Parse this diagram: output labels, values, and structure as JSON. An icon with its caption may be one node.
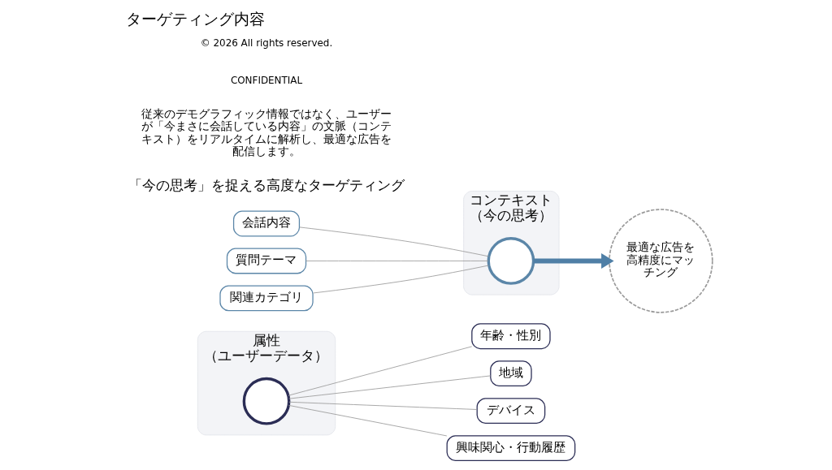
{
  "diagram": {
    "title": "ターゲティング内容",
    "nodes": [
      {
        "text": [
          "属性",
          "（ユーザーデータ）"
        ]
      },
      {
        "text": [],
        "shape": "circle",
        "in": 0
      },
      {
        "text": [
          "年齢・性別"
        ]
      },
      {
        "text": [
          "地域"
        ]
      },
      {
        "text": [
          "デバイス"
        ]
      },
      {
        "text": [
          "興味関心・行動履歴"
        ]
      },
      {
        "text": [
          "コンテキスト",
          "（今の思考）"
        ]
      },
      {
        "text": [],
        "shape": "circle",
        "in": 6
      },
      {
        "text": [
          "会話内容"
        ]
      },
      {
        "text": [
          "質問テーマ"
        ]
      },
      {
        "text": [
          "関連カテゴリ"
        ]
      },
      {
        "text": [
          "最適な広告を高精度にマッチング"
        ]
      }
    ],
    "edges": [
      {
        "from": 1,
        "to": 2,
        "arrow": "none"
      },
      {
        "from": 1,
        "to": 3,
        "arrow": "none"
      },
      {
        "from": 1,
        "to": 4,
        "arrow": "none"
      },
      {
        "from": 1,
        "to": 5,
        "arrow": "none"
      },
      {
        "from": 8,
        "to": 7,
        "arrow": "none"
      },
      {
        "from": 9,
        "to": 7,
        "arrow": "none"
      },
      {
        "from": 10,
        "to": 7,
        "arrow": "none"
      },
      {
        "from": 7,
        "to": 11,
        "arrow": "to",
        "style": "thick",
        "color": "#4f7fa6"
      }
    ],
    "labels": [
      "「今の思考」を捉える高度なターゲティング",
      "従来のデモグラフィック情報ではなく、ユーザーが「今まさに会話している内容」の文脈（コンテキスト）をリアルタイムに解析し、最適な広告を配信します。",
      "CONFIDENTIAL",
      "© 2026 All rights reserved."
    ]
  }
}
